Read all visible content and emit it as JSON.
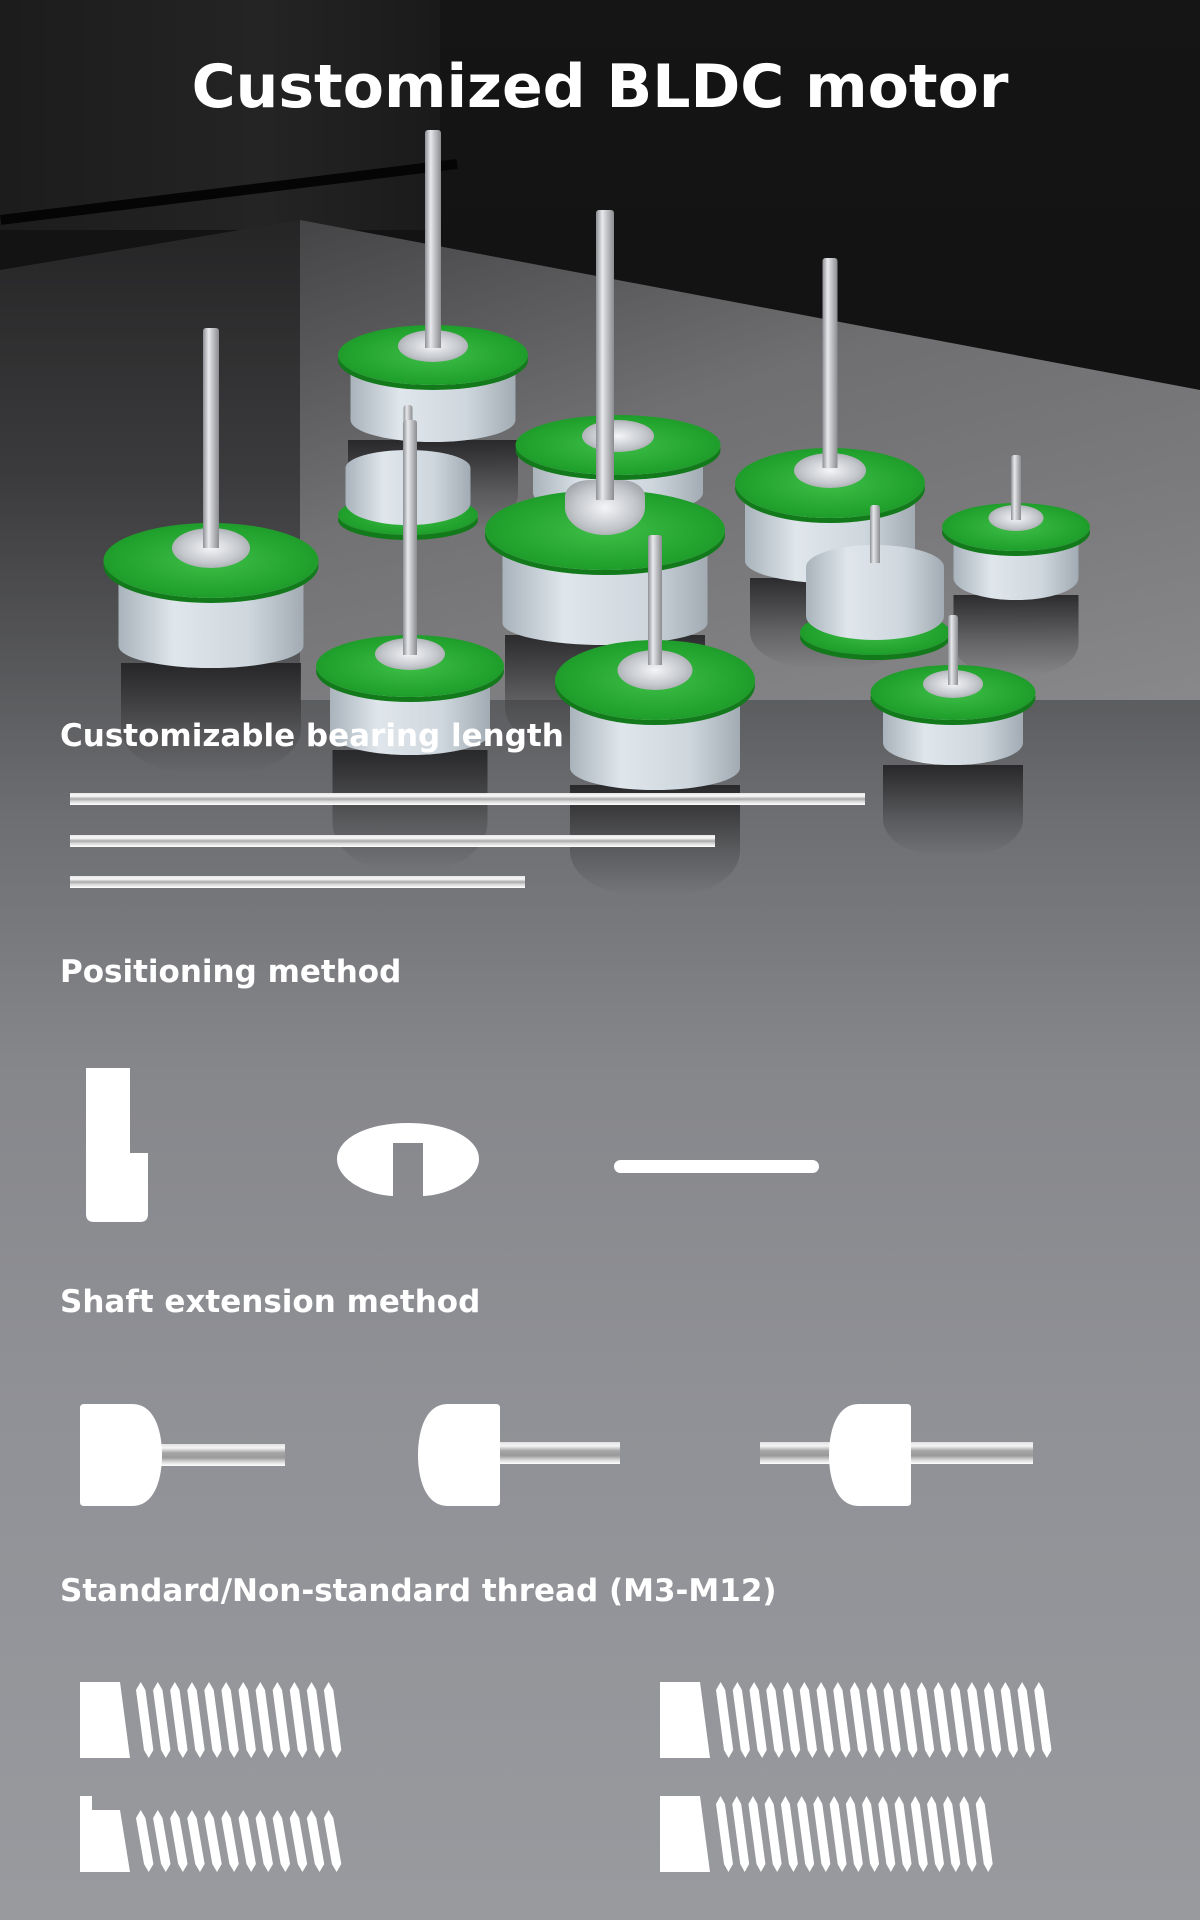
{
  "header": {
    "title": "Customized BLDC motor"
  },
  "sections": [
    {
      "id": "bearing-length",
      "label": "Customizable bearing length",
      "options": [
        {
          "name": "long-bearing",
          "relative_length": 1.0
        },
        {
          "name": "medium-bearing",
          "relative_length": 0.81
        },
        {
          "name": "short-bearing",
          "relative_length": 0.57
        }
      ]
    },
    {
      "id": "positioning",
      "label": "Positioning method",
      "options": [
        {
          "name": "step-positioning",
          "icon": "stepped-shaft-icon"
        },
        {
          "name": "slot-positioning",
          "icon": "slotted-disc-icon"
        },
        {
          "name": "flat-positioning",
          "icon": "flat-bar-icon"
        }
      ]
    },
    {
      "id": "shaft-extension",
      "label": "Shaft extension method",
      "options": [
        {
          "name": "single-side-right",
          "icon": "shaft-right-icon"
        },
        {
          "name": "single-side-right-reversed",
          "icon": "shaft-right-flipped-icon"
        },
        {
          "name": "double-sided",
          "icon": "shaft-both-sides-icon"
        }
      ]
    },
    {
      "id": "thread",
      "label": "Standard/Non-standard thread (M3-M12)",
      "options": [
        {
          "name": "short-thread",
          "icon": "thread-short-icon",
          "teeth": 12
        },
        {
          "name": "long-thread",
          "icon": "thread-long-icon",
          "teeth": 20
        },
        {
          "name": "short-thread-with-step",
          "icon": "thread-stepped-icon",
          "teeth": 12
        },
        {
          "name": "medium-thread",
          "icon": "thread-medium-icon",
          "teeth": 17
        }
      ]
    }
  ],
  "colors": {
    "pcb_green": "#22a32e",
    "motor_can": "#d5dde3",
    "label_text": "#ffffff"
  }
}
